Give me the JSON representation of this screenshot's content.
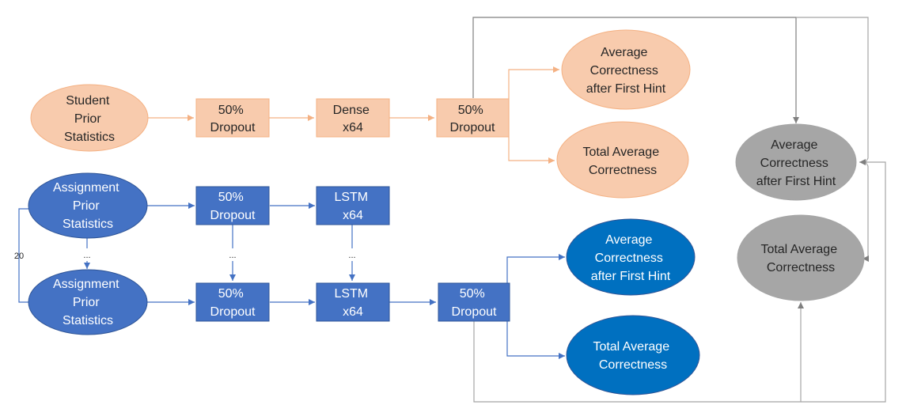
{
  "colors": {
    "orange_fill": "#f8cbad",
    "orange_stroke": "#f4b183",
    "blue_fill": "#4472c4",
    "blue_stroke": "#2f5597",
    "dark_blue_fill": "#0070c0",
    "gray_fill": "#a6a6a6",
    "gray_line": "#a5a5a5",
    "dark_text": "#262626",
    "white_text": "#ffffff"
  },
  "orange_branch": {
    "student_prior": [
      "Student",
      "Prior",
      "Statistics"
    ],
    "dropout1": [
      "50%",
      "Dropout"
    ],
    "dense": [
      "Dense",
      "x64"
    ],
    "dropout2": [
      "50%",
      "Dropout"
    ],
    "out_avg_hint": [
      "Average",
      "Correctness",
      "after First Hint"
    ],
    "out_total": [
      "Total Average",
      "Correctness"
    ]
  },
  "blue_branch": {
    "assign_top": [
      "Assignment",
      "Prior",
      "Statistics"
    ],
    "assign_bottom": [
      "Assignment",
      "Prior",
      "Statistics"
    ],
    "dropout_top": [
      "50%",
      "Dropout"
    ],
    "dropout_bottom": [
      "50%",
      "Dropout"
    ],
    "lstm_top": [
      "LSTM",
      "x64"
    ],
    "lstm_bottom": [
      "LSTM",
      "x64"
    ],
    "dropout_out": [
      "50%",
      "Dropout"
    ],
    "out_avg_hint": [
      "Average",
      "Correctness",
      "after First Hint"
    ],
    "out_total": [
      "Total Average",
      "Correctness"
    ],
    "sequence_length": "20",
    "ellipsis": "..."
  },
  "combined": {
    "out_avg_hint": [
      "Average",
      "Correctness",
      "after First Hint"
    ],
    "out_total": [
      "Total Average",
      "Correctness"
    ]
  }
}
